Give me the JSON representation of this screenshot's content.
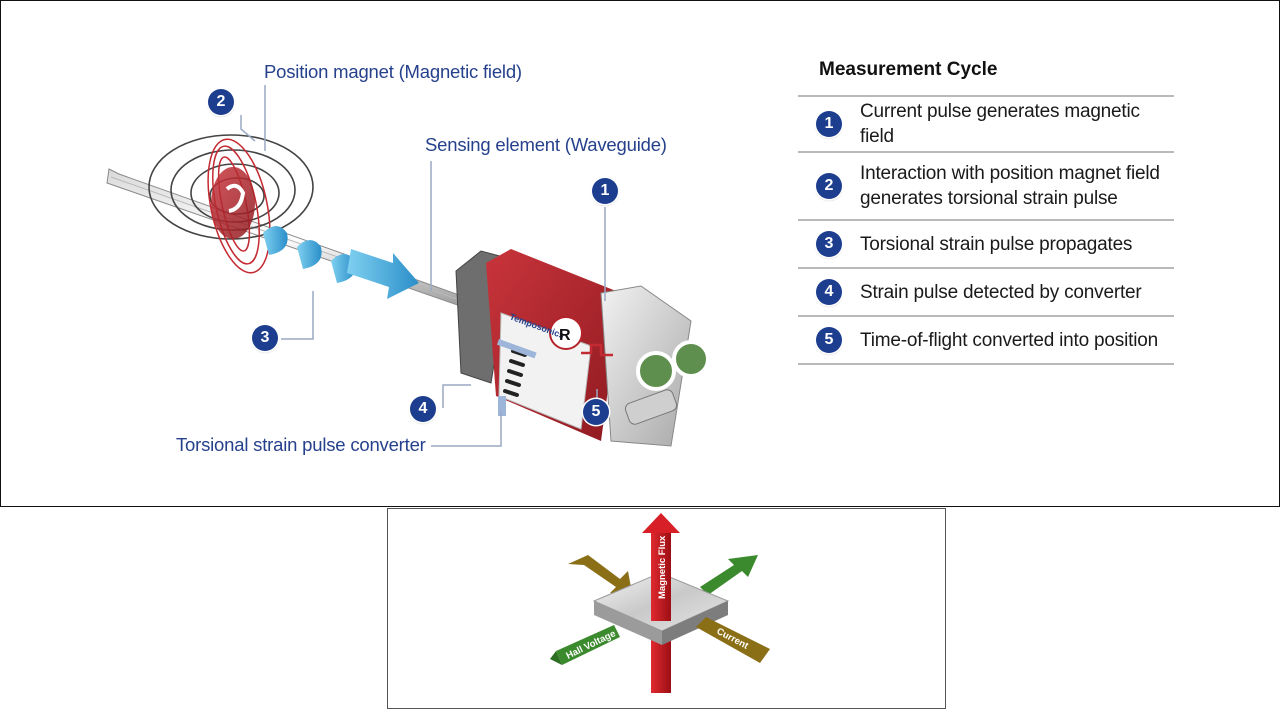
{
  "diagram": {
    "labels": {
      "position_magnet": "Position magnet (Magnetic field)",
      "sensing_element": "Sensing element (Waveguide)",
      "converter": "Torsional strain pulse converter"
    },
    "badges": [
      "1",
      "2",
      "3",
      "4",
      "5"
    ],
    "brand_text": "Temposonics",
    "logo_letter": "R",
    "colors": {
      "label_blue": "#26418c",
      "badge_blue": "#1d3e8e",
      "housing_red": "#b5222a",
      "pulse_blue": "#3aa6d8"
    }
  },
  "measurement_cycle": {
    "title": "Measurement Cycle",
    "steps": [
      {
        "num": "1",
        "lines": [
          "Current pulse generates magnetic field"
        ]
      },
      {
        "num": "2",
        "lines": [
          "Interaction with position magnet field",
          "generates torsional strain pulse"
        ]
      },
      {
        "num": "3",
        "lines": [
          "Torsional strain pulse propagates"
        ]
      },
      {
        "num": "4",
        "lines": [
          "Strain pulse detected by converter"
        ]
      },
      {
        "num": "5",
        "lines": [
          "Time-of-flight converted into position"
        ]
      }
    ]
  },
  "hall_effect": {
    "arrows": {
      "magnetic_flux": "Magnetic Flux",
      "hall_voltage": "Hall Voltage",
      "current": "Current"
    },
    "colors": {
      "flux_red": "#c4161c",
      "hall_green": "#3c8a2e",
      "current_olive": "#8a6f16"
    }
  }
}
